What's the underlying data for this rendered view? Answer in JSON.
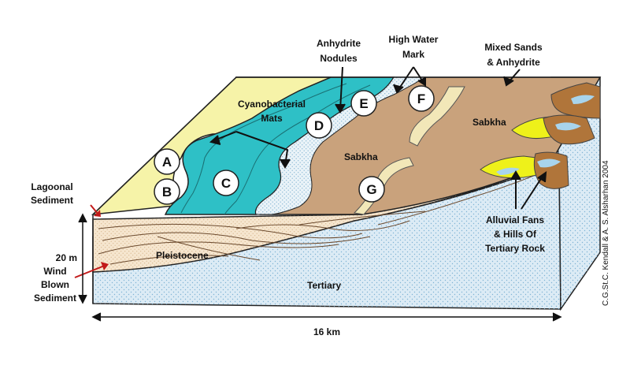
{
  "labels": {
    "anhydrite_nodules_1": "Anhydrite",
    "anhydrite_nodules_2": "Nodules",
    "high_water_1": "High Water",
    "high_water_2": "Mark",
    "mixed_sands_1": "Mixed Sands",
    "mixed_sands_2": "& Anhydrite",
    "cyano_1": "Cyanobacterial",
    "cyano_2": "Mats",
    "sabkha_upper": "Sabkha",
    "sabkha_lower": "Sabkha",
    "lagoonal_1": "Lagoonal",
    "lagoonal_2": "Sediment",
    "pleistocene": "Pleistocene",
    "tertiary": "Tertiary",
    "thickness": "20 m",
    "wind_1": "Wind",
    "wind_2": "Blown",
    "wind_3": "Sediment",
    "alluvial_1": "Alluvial Fans",
    "alluvial_2": "& Hills Of",
    "alluvial_3": "Tertiary Rock",
    "width": "16 km",
    "credit": "C.G.St.C. Kendall & A. S. Alsharhan 2004"
  },
  "markers": [
    "A",
    "B",
    "C",
    "D",
    "E",
    "F",
    "G"
  ],
  "colors": {
    "lagoon": "#f6f3a8",
    "mats": "#2ec0c6",
    "sabkha": "#c9a27c",
    "pleistocene": "#f6e6cf",
    "tertiary": "#dcebf5",
    "dunes": "#f2e7b8",
    "alluvial": "#eef11a",
    "hills": "#b0753a",
    "arrow_red": "#c21a1a"
  }
}
